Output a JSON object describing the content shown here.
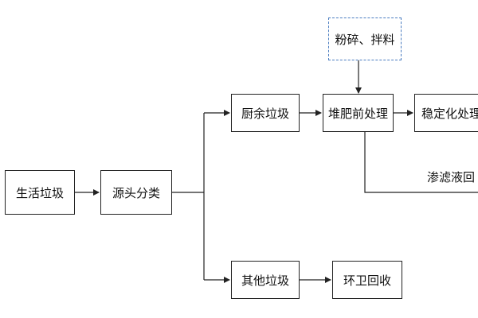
{
  "diagram": {
    "nodes": {
      "household_waste": "生活垃圾",
      "source_sorting": "源头分类",
      "kitchen_waste": "厨余垃圾",
      "other_waste": "其他垃圾",
      "sanitation_recycling": "环卫回收",
      "crushing_mixing": "粉碎、拌料",
      "composting_pretreatment": "堆肥前处理",
      "stabilization": "稳定化处理"
    },
    "edge_labels": {
      "leachate_return": "渗滤液回"
    },
    "colors": {
      "line": "#222222",
      "dashed_border": "#4a7cc0"
    }
  }
}
